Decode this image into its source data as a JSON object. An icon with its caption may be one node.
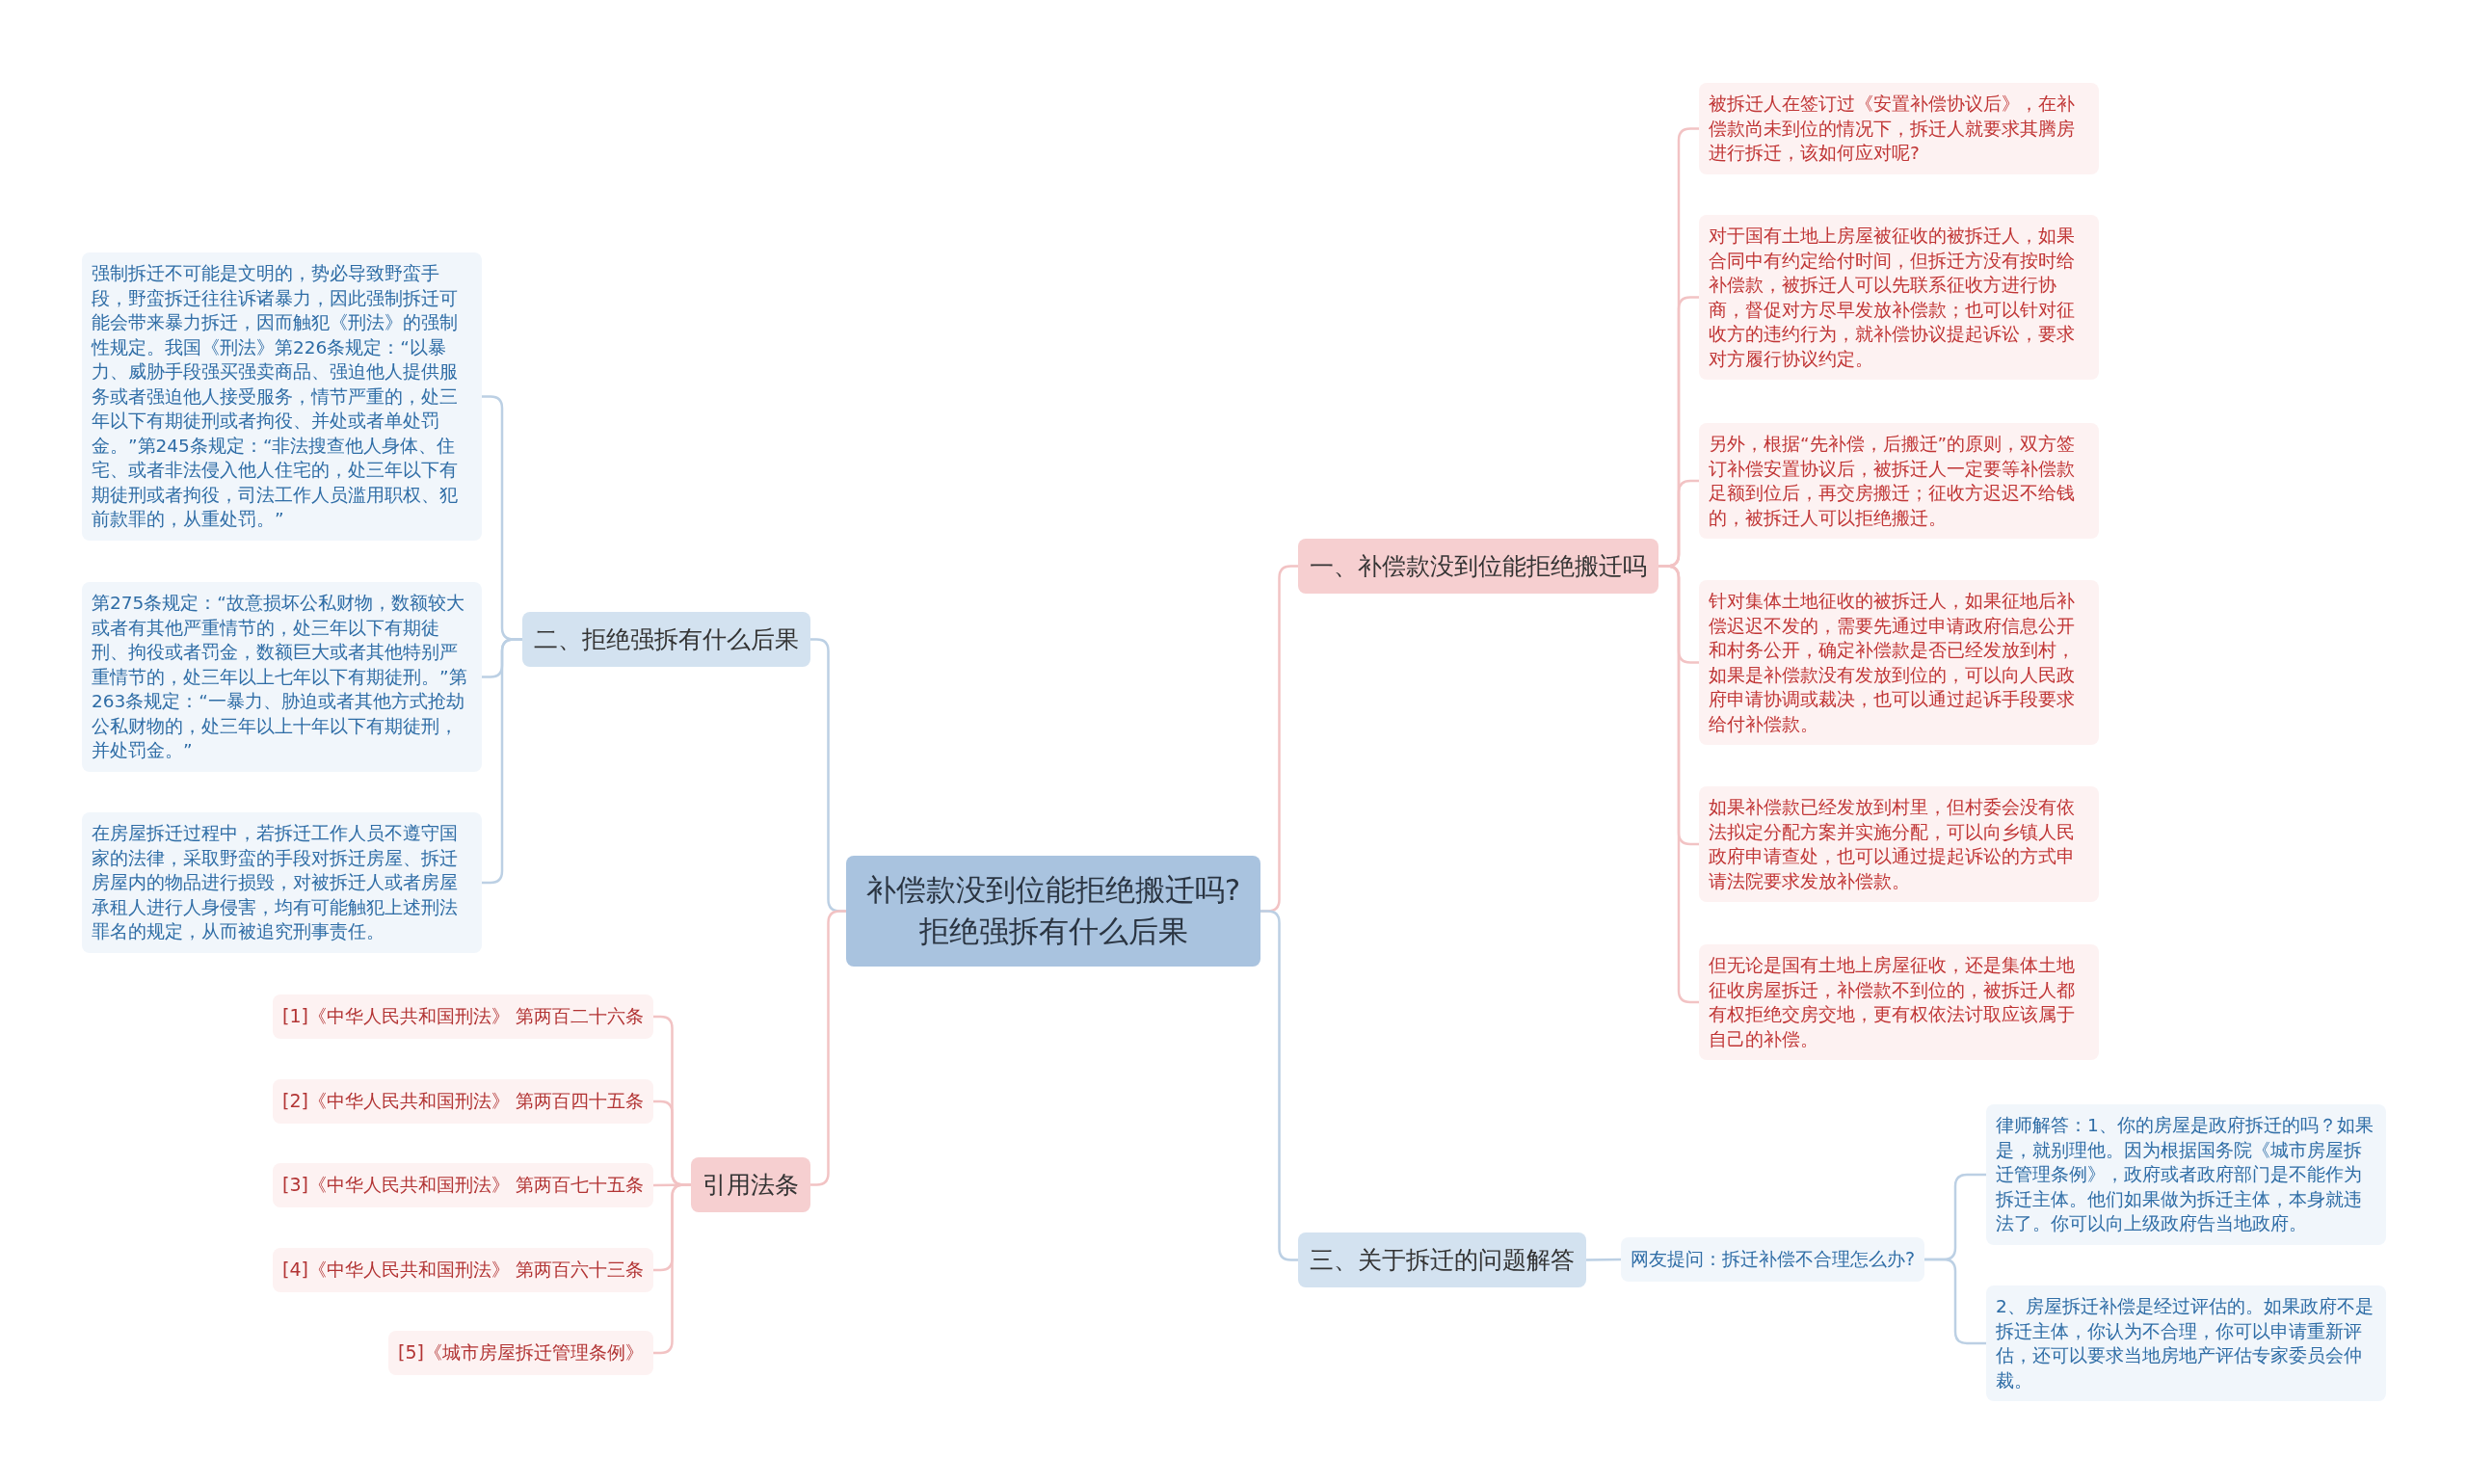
{
  "diagram": {
    "nodes": [
      {
        "text": [
          "补偿款没到位能拒绝搬迁吗?拒绝强拆有什么后果"
        ]
      },
      {
        "text": [
          "一、补偿款没到位能拒绝搬迁吗"
        ]
      },
      {
        "text": [
          "被拆迁人在签订过《安置补偿协议后》，在补偿款尚未到位的情况下，拆迁人就要求其腾房进行拆迁，该如何应对呢?"
        ]
      },
      {
        "text": [
          "对于国有土地上房屋被征收的被拆迁人，如果合同中有约定给付时间，但拆迁方没有按时给补偿款，被拆迁人可以先联系征收方进行协商，督促对方尽早发放补偿款；也可以针对征收方的违约行为，就补偿协议提起诉讼，要求对方履行协议约定。"
        ]
      },
      {
        "text": [
          "另外，根据“先补偿，后搬迁”的原则，双方签订补偿安置协议后，被拆迁人一定要等补偿款足额到位后，再交房搬迁；征收方迟迟不给钱的，被拆迁人可以拒绝搬迁。"
        ]
      },
      {
        "text": [
          "针对集体土地征收的被拆迁人，如果征地后补偿迟迟不发的，需要先通过申请政府信息公开和村务公开，确定补偿款是否已经发放到村，如果是补偿款没有发放到位的，可以向人民政府申请协调或裁决，也可以通过起诉手段要求给付补偿款。"
        ]
      },
      {
        "text": [
          "如果补偿款已经发放到村里，但村委会没有依法拟定分配方案并实施分配，可以向乡镇人民政府申请查处，也可以通过提起诉讼的方式申请法院要求发放补偿款。"
        ]
      },
      {
        "text": [
          "但无论是国有土地上房屋征收，还是集体土地征收房屋拆迁，补偿款不到位的，被拆迁人都有权拒绝交房交地，更有权依法讨取应该属于自己的补偿。"
        ]
      },
      {
        "text": [
          "二、拒绝强拆有什么后果"
        ]
      },
      {
        "text": [
          "强制拆迁不可能是文明的，势必导致野蛮手段，野蛮拆迁往往诉诸暴力，因此强制拆迁可能会带来暴力拆迁，因而触犯《刑法》的强制性规定。我国《刑法》第226条规定：“以暴力、威胁手段强买强卖商品、强迫他人提供服务或者强迫他人接受服务，情节严重的，处三年以下有期徒刑或者拘役、并处或者单处罚金。”第245条规定：“非法搜查他人身体、住宅、或者非法侵入他人住宅的，处三年以下有期徒刑或者拘役，司法工作人员滥用职权、犯前款罪的，从重处罚。”"
        ]
      },
      {
        "text": [
          "第275条规定：“故意损坏公私财物，数额较大或者有其他严重情节的，处三年以下有期徒刑、拘役或者罚金，数额巨大或者其他特别严重情节的，处三年以上七年以下有期徒刑。”第263条规定：“一暴力、胁迫或者其他方式抢劫公私财物的，处三年以上十年以下有期徒刑，并处罚金。”"
        ]
      },
      {
        "text": [
          "在房屋拆迁过程中，若拆迁工作人员不遵守国家的法律，采取野蛮的手段对拆迁房屋、拆迁房屋内的物品进行损毁，对被拆迁人或者房屋承租人进行人身侵害，均有可能触犯上述刑法罪名的规定，从而被追究刑事责任。"
        ]
      },
      {
        "text": [
          "引用法条"
        ]
      },
      {
        "text": [
          "[1]《中华人民共和国刑法》 第两百二十六条"
        ]
      },
      {
        "text": [
          "[2]《中华人民共和国刑法》 第两百四十五条"
        ]
      },
      {
        "text": [
          "[3]《中华人民共和国刑法》 第两百七十五条"
        ]
      },
      {
        "text": [
          "[4]《中华人民共和国刑法》 第两百六十三条"
        ]
      },
      {
        "text": [
          "[5]《城市房屋拆迁管理条例》"
        ]
      },
      {
        "text": [
          "三、关于拆迁的问题解答"
        ]
      },
      {
        "text": [
          "网友提问：拆迁补偿不合理怎么办?"
        ]
      },
      {
        "text": [
          "律师解答：1、你的房屋是政府拆迁的吗？如果是，就别理他。因为根据国务院《城市房屋拆迁管理条例》，政府或者政府部门是不能作为拆迁主体。他们如果做为拆迁主体，本身就违法了。你可以向上级政府告当地政府。"
        ]
      },
      {
        "text": [
          "2、房屋拆迁补偿是经过评估的。如果政府不是拆迁主体，你认为不合理，你可以申请重新评估，还可以要求当地房地产评估专家委员会仲裁。"
        ]
      }
    ],
    "edges": [
      {
        "from": 0,
        "to": 1,
        "arrow": "none"
      },
      {
        "from": 1,
        "to": 2,
        "arrow": "none"
      },
      {
        "from": 1,
        "to": 3,
        "arrow": "none"
      },
      {
        "from": 1,
        "to": 4,
        "arrow": "none"
      },
      {
        "from": 1,
        "to": 5,
        "arrow": "none"
      },
      {
        "from": 1,
        "to": 6,
        "arrow": "none"
      },
      {
        "from": 1,
        "to": 7,
        "arrow": "none"
      },
      {
        "from": 0,
        "to": 8,
        "arrow": "none",
        "color": "#bcd0e4"
      },
      {
        "from": 8,
        "to": 9,
        "arrow": "none",
        "color": "#bcd0e4"
      },
      {
        "from": 8,
        "to": 10,
        "arrow": "none",
        "color": "#bcd0e4"
      },
      {
        "from": 8,
        "to": 11,
        "arrow": "none",
        "color": "#bcd0e4"
      },
      {
        "from": 0,
        "to": 12,
        "arrow": "none"
      },
      {
        "from": 12,
        "to": 13,
        "arrow": "none"
      },
      {
        "from": 12,
        "to": 14,
        "arrow": "none"
      },
      {
        "from": 12,
        "to": 15,
        "arrow": "none"
      },
      {
        "from": 12,
        "to": 16,
        "arrow": "none"
      },
      {
        "from": 12,
        "to": 17,
        "arrow": "none"
      },
      {
        "from": 0,
        "to": 18,
        "arrow": "none",
        "color": "#bcd0e4"
      },
      {
        "from": 18,
        "to": 19,
        "arrow": "none",
        "color": "#bcd0e4"
      },
      {
        "from": 19,
        "to": 20,
        "arrow": "none",
        "color": "#bcd0e4"
      },
      {
        "from": 19,
        "to": 21,
        "arrow": "none",
        "color": "#bcd0e4"
      }
    ]
  }
}
